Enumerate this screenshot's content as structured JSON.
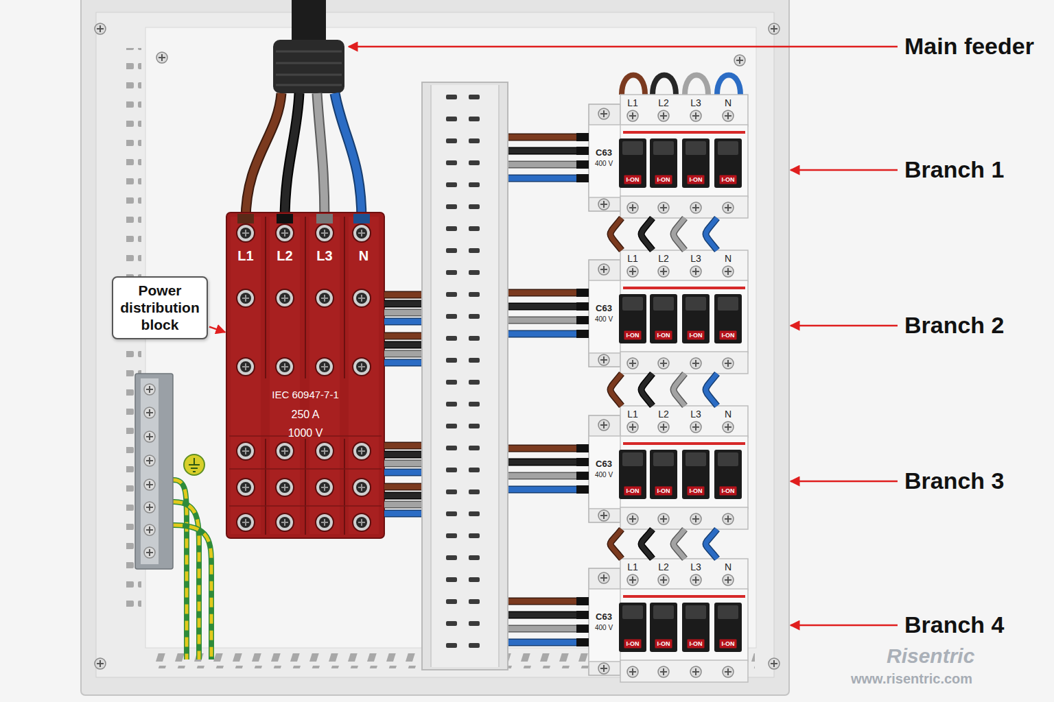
{
  "diagram": {
    "nodes": [
      {
        "text": [
          "Power distribution block"
        ]
      },
      {
        "text": [
          "L1",
          "L2",
          "L3",
          "N",
          "IEC 60947-7-1",
          "250 A",
          "1000 V"
        ]
      },
      {
        "text": [
          "L1",
          "L2",
          "L3",
          "N",
          "C63",
          "400 V",
          "I-ON",
          "I-ON",
          "I-ON",
          "I-ON"
        ]
      },
      {
        "text": [
          "L1",
          "L2",
          "L3",
          "N",
          "C63",
          "400 V",
          "I-ON",
          "I-ON",
          "I-ON",
          "I-ON"
        ]
      },
      {
        "text": [
          "L1",
          "L2",
          "L3",
          "N",
          "C63",
          "400 V",
          "I-ON",
          "I-ON",
          "I-ON",
          "I-ON"
        ]
      },
      {
        "text": [
          "L1",
          "L2",
          "L3",
          "N",
          "C63",
          "400 V",
          "I-ON",
          "I-ON",
          "I-ON",
          "I-ON"
        ]
      }
    ],
    "edges": [
      {
        "from": 0,
        "to": 1,
        "arrow": "to"
      },
      {
        "from": 1,
        "to": 2,
        "arrow": "none"
      },
      {
        "from": 1,
        "to": 3,
        "arrow": "none"
      },
      {
        "from": 1,
        "to": 4,
        "arrow": "none"
      },
      {
        "from": 1,
        "to": 5,
        "arrow": "none"
      },
      {
        "from": 2,
        "to": 3,
        "arrow": "none"
      },
      {
        "from": 3,
        "to": 4,
        "arrow": "none"
      },
      {
        "from": 4,
        "to": 5,
        "arrow": "none"
      }
    ],
    "labels": [
      "Main feeder",
      "Branch 1",
      "Branch 2",
      "Branch 3",
      "Branch 4",
      "Risentric",
      "www.risentric.com"
    ]
  }
}
